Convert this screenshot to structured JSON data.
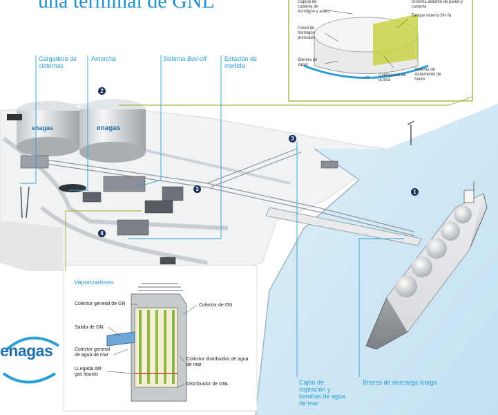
{
  "title": "una terminal de GNL",
  "main_labels": {
    "cargadero": "Cargadero de cisternas",
    "antorcha": "Antorcha",
    "boiloff_prefix": "Sistema ",
    "boiloff_italic": "Boil-off",
    "estacion": "Estación de medida",
    "cajon": "Cajón de captación y bombas de agua de mar",
    "brazos": "Brazos de descarga /carga"
  },
  "markers": [
    "1",
    "2",
    "3",
    "3",
    "4"
  ],
  "tank_inset": {
    "cupula": "Cúpula de cubierta de hormigón y acero",
    "pared_hormigon": "Pared de hormigón prensado",
    "barrera": "Barrera de vapor",
    "calefaccion": "Calefacción de la losa",
    "aislamiento_fondo": "Sistema de aislamiento de fondo",
    "aislante_pared": "Sistema aislante de pared y cubierta",
    "tanque_interno": "Tanque interno 9% Ni"
  },
  "vaporizadores": {
    "title": "Vaporizadores",
    "colector_general_gn": "Colector general de GN",
    "colector_gn": "Colector de GN",
    "salida_gn": "Salida de GN",
    "colector_general_agua": "Colector general de agua de mar",
    "llegada_gas": "LLegada del gas líquido",
    "colector_distribuidor": "Colector distribuidor de agua de mar",
    "distribuidor_gnl": "Distribuidor de GNL"
  },
  "brand": {
    "logo_text": "enagas",
    "tank_logo_1": "enagas",
    "tank_logo_2": "enagas"
  },
  "colors": {
    "accent": "#2a9fd6",
    "leader_green": "#9aab2a",
    "water": "#cfe7f4",
    "marker": "#1c2f5a"
  }
}
